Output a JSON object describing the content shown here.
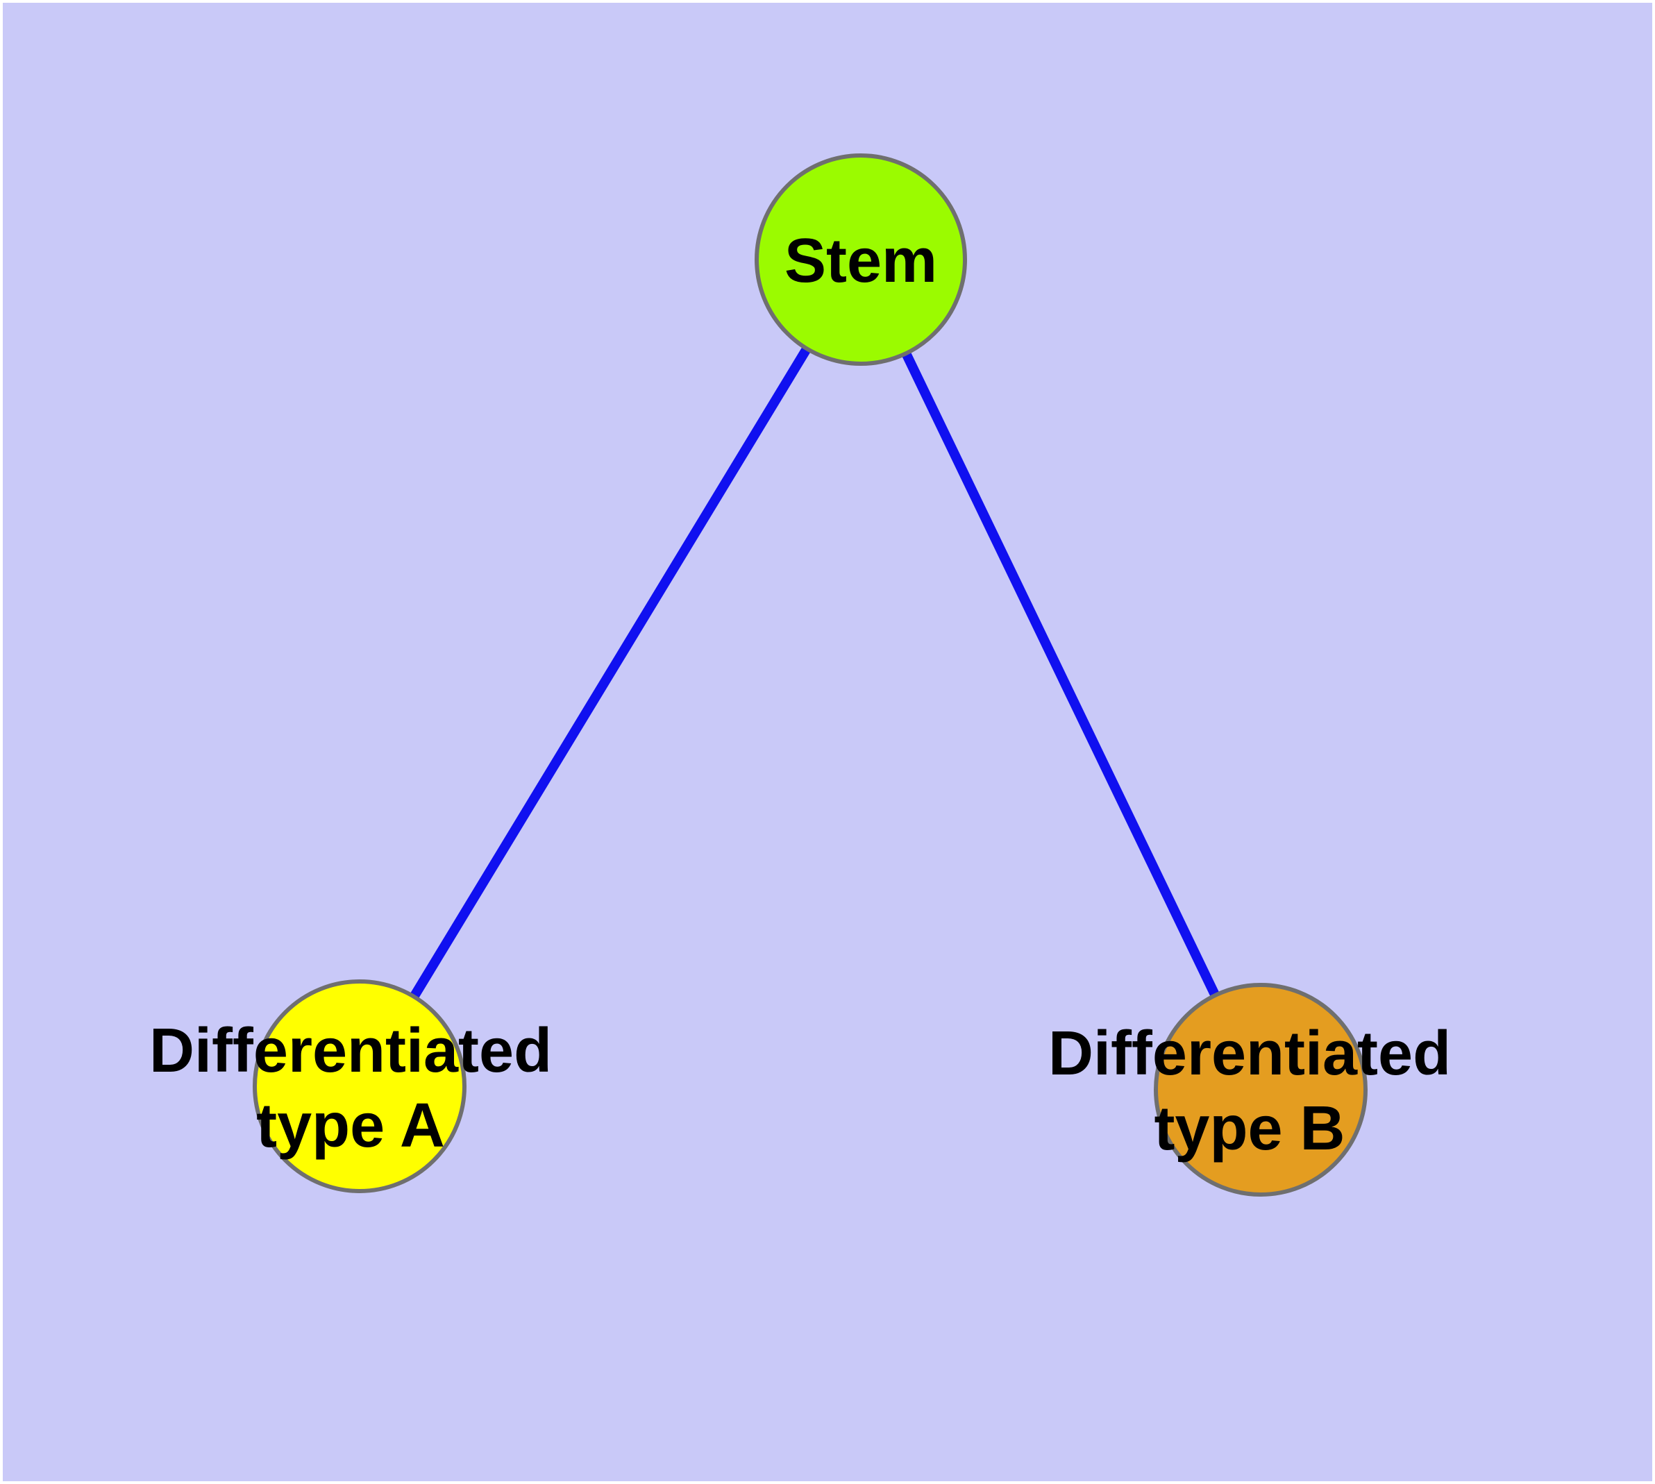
{
  "diagram": {
    "background_color": "#C9C9F8",
    "edge_color": "#1010F0",
    "node_border_color": "#6F6F6F",
    "label_color": "#000000",
    "nodes": [
      {
        "id": "stem",
        "label": "Stem",
        "fill": "#9BFB00"
      },
      {
        "id": "type-a",
        "label": "Differentiated type A",
        "label_lines": [
          "Differentiated",
          "type A"
        ],
        "fill": "#FFFF00"
      },
      {
        "id": "type-b",
        "label": "Differentiated type B",
        "label_lines": [
          "Differentiated",
          "type B"
        ],
        "fill": "#E49D20"
      }
    ],
    "edges": [
      {
        "from": "Stem",
        "to": "Differentiated type A"
      },
      {
        "from": "Stem",
        "to": "Differentiated type B"
      }
    ]
  }
}
